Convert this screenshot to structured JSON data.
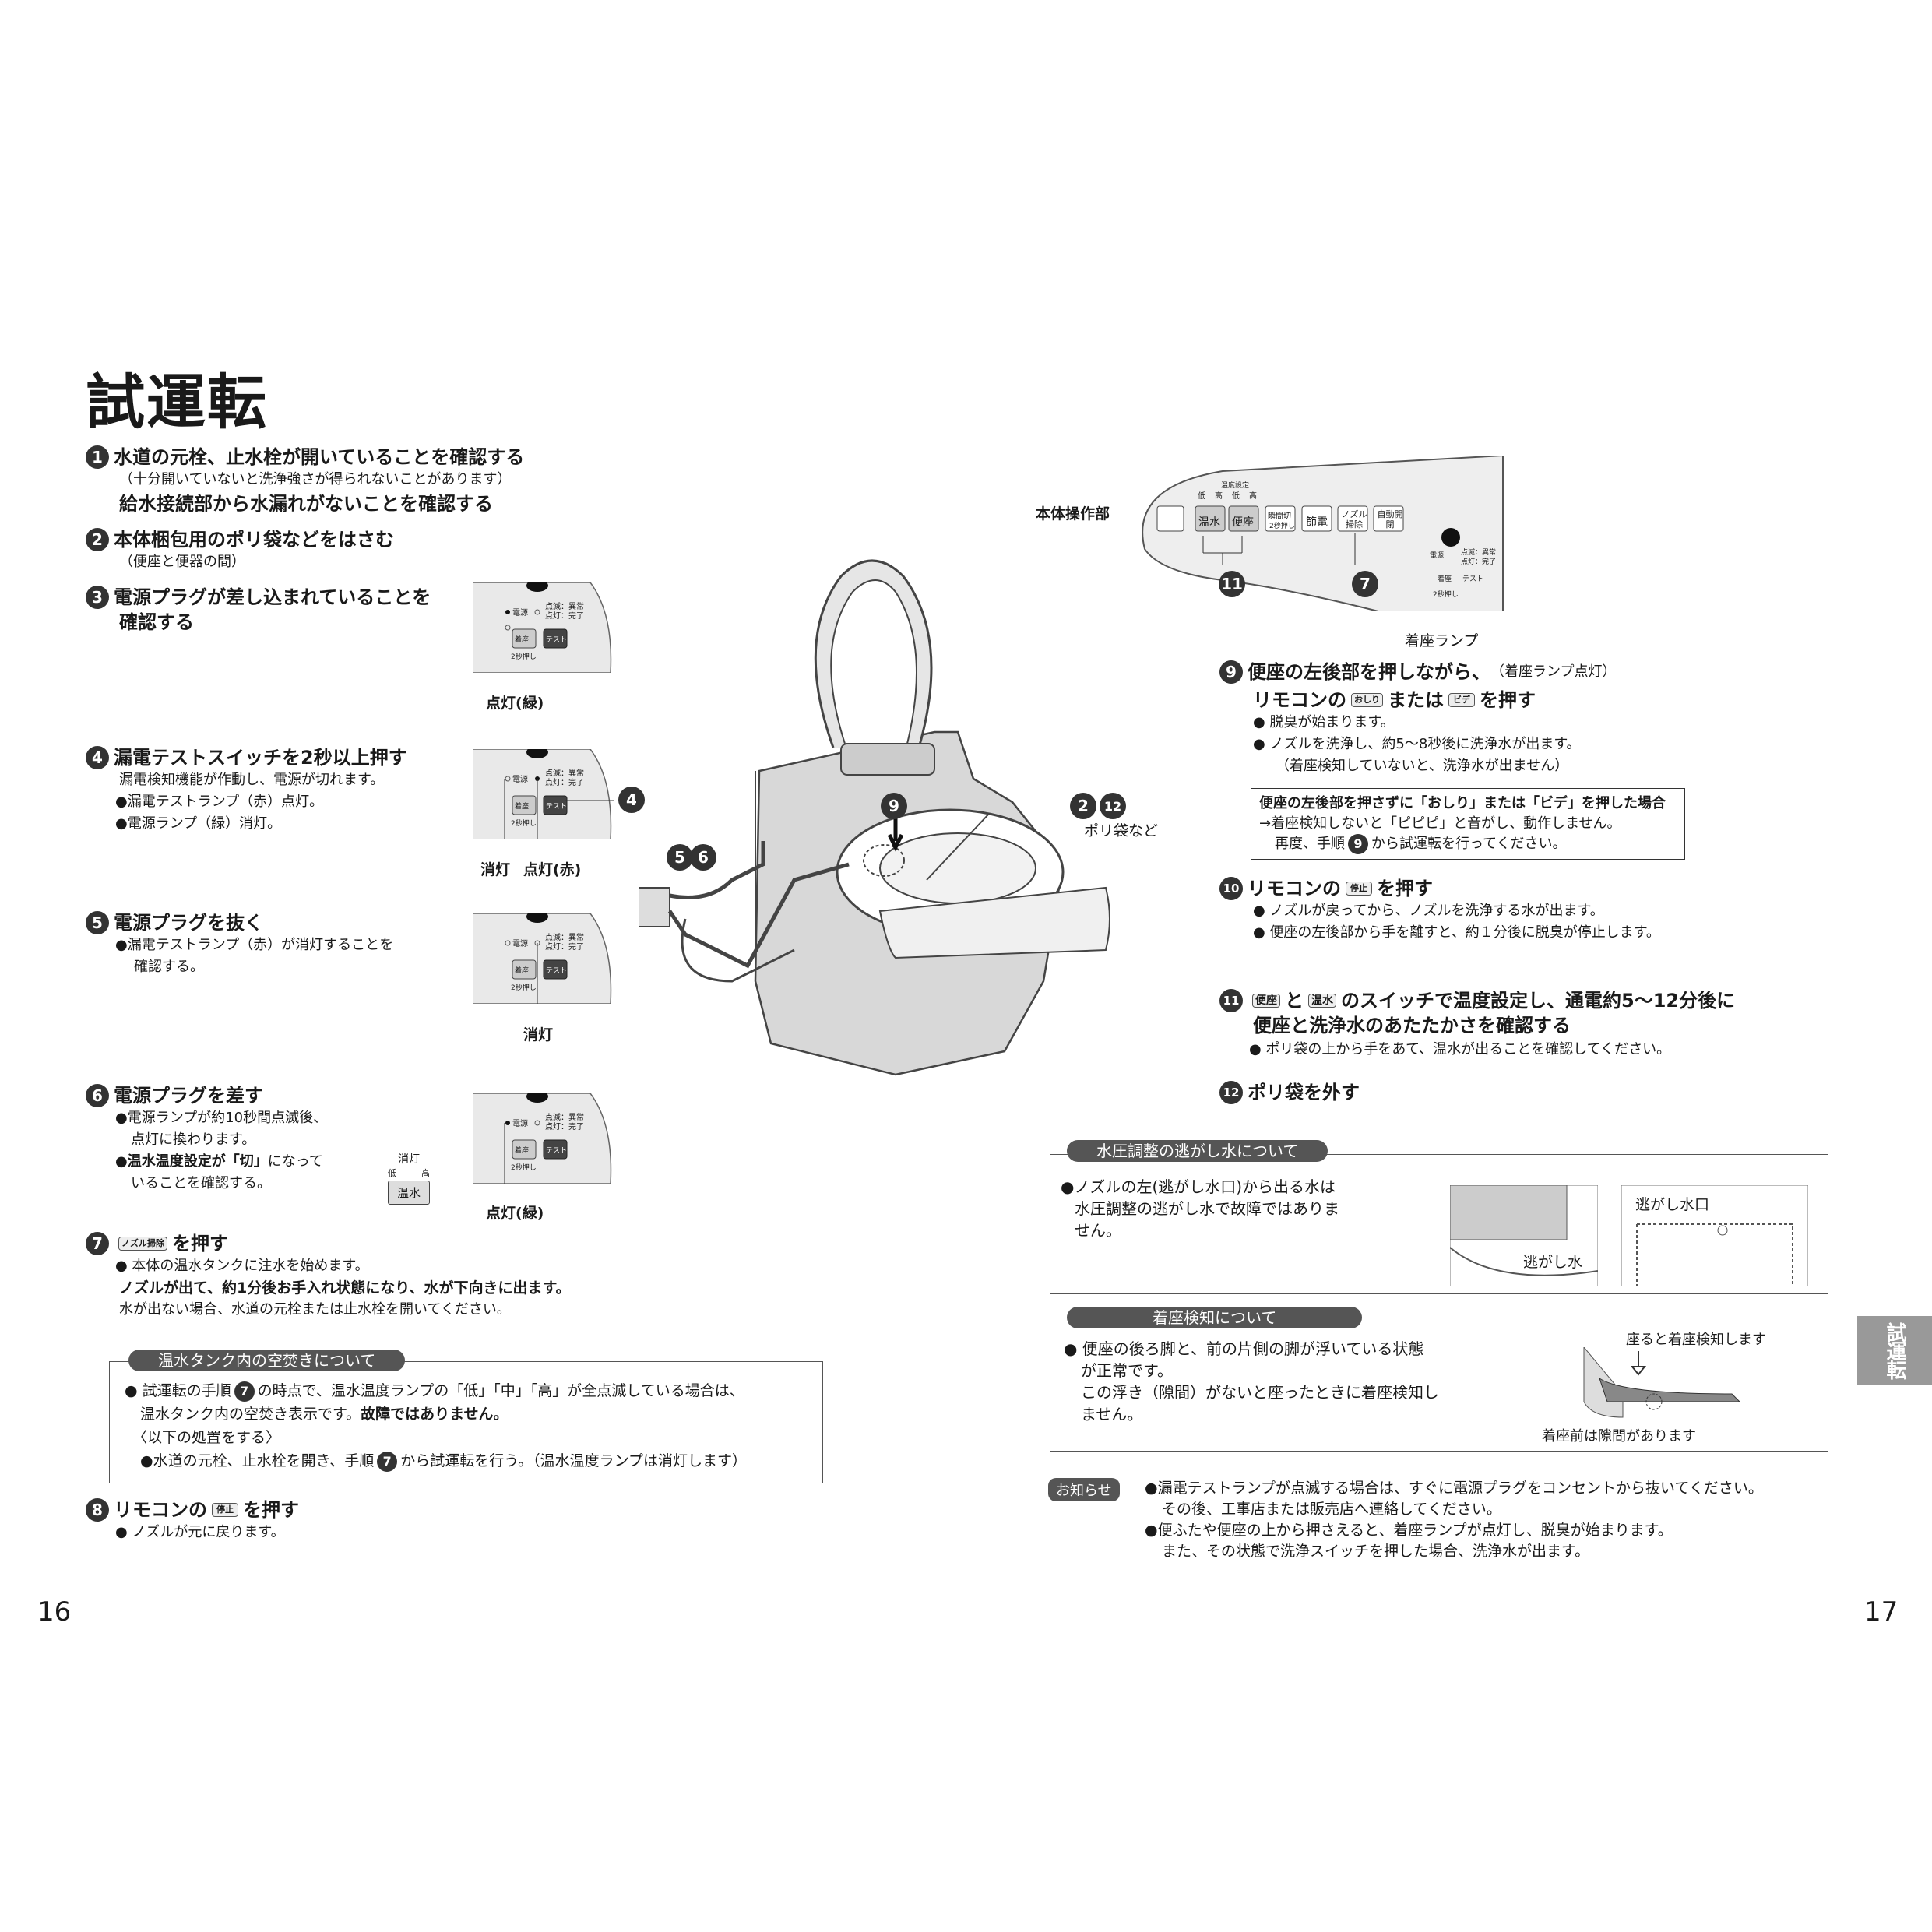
{
  "title": "試運転",
  "steps": {
    "s1": {
      "num": "1",
      "title": "水道の元栓、止水栓が開いていることを確認する",
      "note": "（十分開いていないと洗浄強さが得られないことがあります）",
      "title2": "給水接続部から水漏れがないことを確認する"
    },
    "s2": {
      "num": "2",
      "title": "本体梱包用のポリ袋などをはさむ",
      "note": "（便座と便器の間）"
    },
    "s3": {
      "num": "3",
      "title": "電源プラグが差し込まれていることを",
      "title2": "確認する"
    },
    "s4": {
      "num": "4",
      "title": "漏電テストスイッチを2秒以上押す",
      "note": "漏電検知機能が作動し、電源が切れます。",
      "b1": "●漏電テストランプ（赤）点灯。",
      "b2": "●電源ランプ（緑）消灯。"
    },
    "s5": {
      "num": "5",
      "title": "電源プラグを抜く",
      "b1": "●漏電テストランプ（赤）が消灯することを",
      "b1b": "確認する。"
    },
    "s6": {
      "num": "6",
      "title": "電源プラグを差す",
      "b1": "●電源ランプが約10秒間点滅後、",
      "b1b": "点灯に換わります。",
      "b2a": "●",
      "b2bold": "温水温度設定が「切」",
      "b2c": "になって",
      "b2d": "いることを確認する。"
    },
    "s7": {
      "num": "7",
      "title": "を押す",
      "icon": "ノズル掃除",
      "b1": "● 本体の温水タンクに注水を始めます。",
      "b2": "ノズルが出て、約1分後お手入れ状態になり、水が下向きに出ます。",
      "b3": "水が出ない場合、水道の元栓または止水栓を開いてください。"
    },
    "s8": {
      "num": "8",
      "title": "リモコンの",
      "icon": "停止",
      "title2": "を押す",
      "b1": "● ノズルが元に戻ります。"
    },
    "s9": {
      "num": "9",
      "title": "便座の左後部を押しながら、",
      "note": "（着座ランプ点灯）",
      "line2a": "リモコンの",
      "icon1": "おしり",
      "line2b": "または",
      "icon2": "ビデ",
      "line2c": "を押す",
      "b1": "● 脱臭が始まります。",
      "b2": "● ノズルを洗浄し、約5～8秒後に洗浄水が出ます。",
      "b3": "（着座検知していないと、洗浄水が出ません）"
    },
    "s10": {
      "num": "10",
      "title": "リモコンの",
      "icon": "停止",
      "title2": "を押す",
      "b1": "● ノズルが戻ってから、ノズルを洗浄する水が出ます。",
      "b2": "● 便座の左後部から手を離すと、約１分後に脱臭が停止します。"
    },
    "s11": {
      "num": "11",
      "iconA": "便座",
      "mid": "と",
      "iconB": "温水",
      "title": "のスイッチで温度設定し、通電約5～12分後に",
      "title2": "便座と洗浄水のあたたかさを確認する",
      "b1": "● ポリ袋の上から手をあて、温水が出ることを確認してください。"
    },
    "s12": {
      "num": "12",
      "title": "ポリ袋を外す"
    }
  },
  "panels": {
    "denGen": "電源",
    "tenmetsu": "点滅：異常",
    "tento": "点灯：完了",
    "chakuza": "着座",
    "test": "テスト",
    "nibyou": "2秒押し",
    "p3label": "点灯(緑)",
    "p4label1": "消灯",
    "p4label2": "点灯(赤)",
    "p5label": "消灯",
    "p6label": "点灯(緑)",
    "s6mini_top": "消灯",
    "s6mini_lo": "低",
    "s6mini_hi": "高",
    "s6mini_btn": "温水"
  },
  "diagram": {
    "callout_9": "9",
    "callout_2": "2",
    "callout_12": "12",
    "polybag": "ポリ袋など",
    "callout_5": "5",
    "callout_6": "6",
    "callout_4": "4",
    "hontai": "本体操作部",
    "op_temp": "温度設定",
    "op_lo1": "低",
    "op_hi1": "高",
    "op_lo2": "低",
    "op_hi2": "高",
    "op_onsui": "温水",
    "op_benza": "便座",
    "op_shunkan": "瞬間切",
    "op_nibyou": "2秒押し",
    "op_setsuden": "節電",
    "op_nozzle": "ノズル掃除",
    "op_jido": "自動開閉",
    "op_c11": "11",
    "op_c7": "7",
    "op_chakuza_lamp": "着座ランプ"
  },
  "box_tank": {
    "title": "温水タンク内の空焚きについて",
    "l1a": "● 試運転の手順",
    "l1num": "7",
    "l1b": "の時点で、温水温度ランプの「低」「中」「高」が全点滅している場合は、",
    "l2a": "温水タンク内の空焚き表示です。",
    "l2bold": "故障ではありません。",
    "l3": "〈以下の処置をする〉",
    "l4a": "●水道の元栓、止水栓を開き、手順",
    "l4num": "7",
    "l4b": "から試運転を行う。（温水温度ランプは消灯します）"
  },
  "box_s9warn": {
    "l1": "便座の左後部を押さずに「おしり」または「ビデ」を押した場合",
    "l2": "→着座検知しないと「ピピピ」と音がし、動作しません。",
    "l3a": "再度、手順",
    "l3num": "9",
    "l3b": "から試運転を行ってください。"
  },
  "box_pressure": {
    "title": "水圧調整の逃がし水について",
    "l1": "●ノズルの左(逃がし水口)から出る水は",
    "l2": "水圧調整の逃がし水で故障ではありま",
    "l3": "せん。",
    "img1": "逃がし水",
    "img2": "逃がし水口"
  },
  "box_seat": {
    "title": "着座検知について",
    "l1": "● 便座の後ろ脚と、前の片側の脚が浮いている状態",
    "l2": "が正常です。",
    "l3": "この浮き（隙間）がないと座ったときに着座検知し",
    "l4": "ません。",
    "img1": "座ると着座検知します",
    "img2": "着座前は隙間があります"
  },
  "oshirase": {
    "tag": "お知らせ",
    "l1": "●漏電テストランプが点滅する場合は、すぐに電源プラグをコンセントから抜いてください。",
    "l2": "その後、工事店または販売店へ連絡してください。",
    "l3": "●便ふたや便座の上から押さえると、着座ランプが点灯し、脱臭が始まります。",
    "l4": "また、その状態で洗浄スイッチを押した場合、洗浄水が出ます。"
  },
  "page_left": "16",
  "page_right": "17",
  "side_tab": "試運転"
}
